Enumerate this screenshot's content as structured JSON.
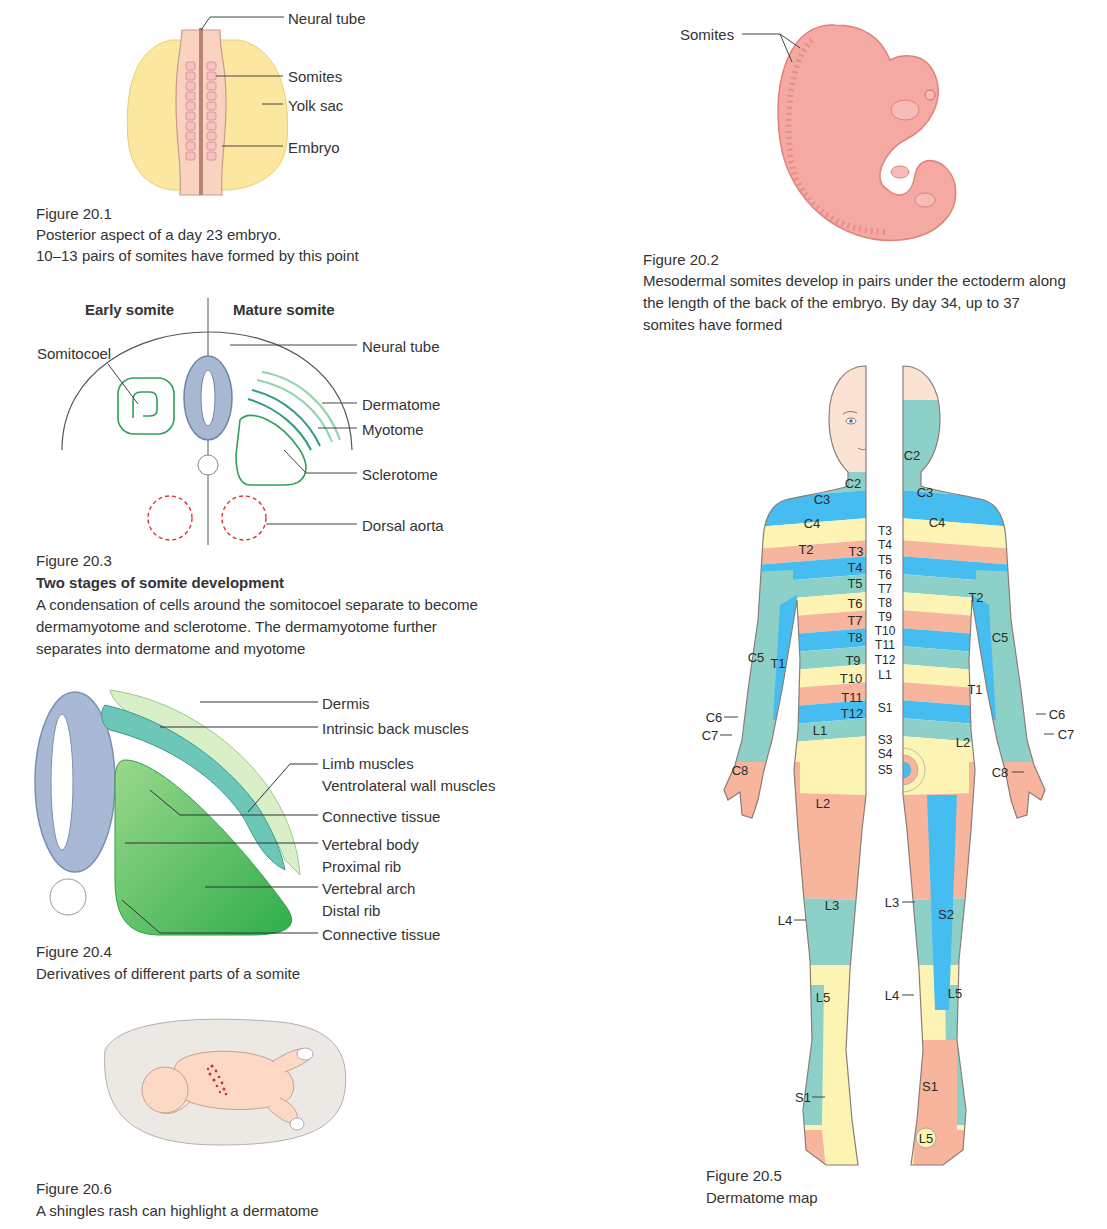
{
  "diagram": {
    "labels": [
      "Neural tube",
      "Somites",
      "Yolk sac",
      "Embryo",
      "Figure 20.1",
      "Posterior aspect of a day 23 embryo.",
      "10–13 pairs of somites have formed by this point",
      "Somites",
      "Figure 20.2",
      "Mesodermal somites develop in pairs under the ectoderm along the length of the back of the embryo. By day 34, up to 37 somites have formed",
      "Early somite",
      "Mature somite",
      "Somitocoel",
      "Neural tube",
      "Dermatome",
      "Myotome",
      "Sclerotome",
      "Dorsal aorta",
      "Figure 20.3",
      "Two stages of somite development",
      "A condensation of cells around the somitocoel separate to become dermamyotome and sclerotome. The dermamyotome further separates into dermatome and myotome",
      "Dermis",
      "Intrinsic back muscles",
      "Limb muscles",
      "Ventrolateral wall muscles",
      "Connective tissue",
      "Vertebral body",
      "Proximal rib",
      "Vertebral arch",
      "Distal rib",
      "Connective tissue",
      "Figure 20.4",
      "Derivatives of different parts of a somite",
      "C2",
      "C3",
      "C4",
      "T2",
      "T3",
      "T4",
      "T5",
      "T6",
      "T7",
      "T8",
      "T9",
      "T10",
      "T11",
      "T12",
      "L1",
      "C5",
      "T1",
      "C6",
      "C7",
      "C8",
      "L2",
      "L3",
      "L4",
      "L5",
      "S1",
      "C2",
      "C3",
      "C4",
      "T3",
      "T4",
      "T5",
      "T6",
      "T7",
      "T8",
      "T9",
      "T10",
      "T11",
      "T12",
      "L1",
      "S1",
      "S3",
      "S4",
      "S5",
      "T2",
      "C5",
      "T1",
      "C6",
      "C7",
      "C8",
      "L2",
      "L3",
      "S2",
      "L4",
      "L5",
      "S1",
      "L5",
      "Figure 20.5",
      "Dermatome map",
      "Figure 20.6",
      "A shingles rash can highlight a dermatome"
    ]
  }
}
